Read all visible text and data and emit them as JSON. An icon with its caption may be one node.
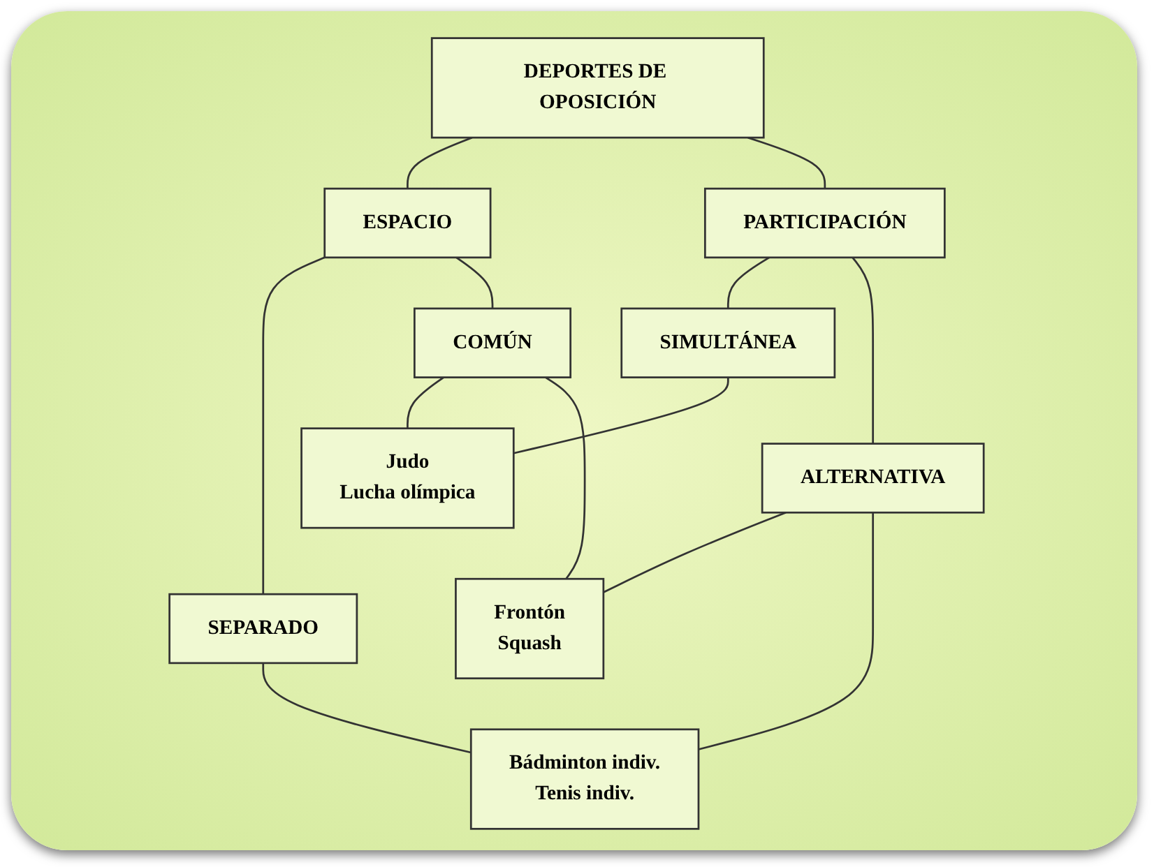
{
  "diagram": {
    "nodes": [
      {
        "text": [
          "DEPORTES DE OPOSICIÓN"
        ]
      },
      {
        "text": [
          "ESPACIO"
        ]
      },
      {
        "text": [
          "PARTICIPACIÓN"
        ]
      },
      {
        "text": [
          "SEPARADO"
        ]
      },
      {
        "text": [
          "COMÚN"
        ]
      },
      {
        "text": [
          "SIMULTÁNEA"
        ]
      },
      {
        "text": [
          "ALTERNATIVA"
        ]
      },
      {
        "text": [
          "Judo",
          "Lucha olímpica"
        ]
      },
      {
        "text": [
          "Frontón",
          "Squash"
        ]
      },
      {
        "text": [
          "Bádminton indiv.",
          "Tenis indiv."
        ]
      }
    ],
    "edges": [
      {
        "from": 0,
        "to": 1,
        "arrow": "none"
      },
      {
        "from": 0,
        "to": 2,
        "arrow": "none"
      },
      {
        "from": 1,
        "to": 3,
        "arrow": "none"
      },
      {
        "from": 1,
        "to": 4,
        "arrow": "none"
      },
      {
        "from": 2,
        "to": 5,
        "arrow": "none"
      },
      {
        "from": 2,
        "to": 6,
        "arrow": "none"
      },
      {
        "from": 4,
        "to": 7,
        "arrow": "none"
      },
      {
        "from": 5,
        "to": 7,
        "arrow": "none"
      },
      {
        "from": 4,
        "to": 8,
        "arrow": "none"
      },
      {
        "from": 6,
        "to": 8,
        "arrow": "none"
      },
      {
        "from": 3,
        "to": 9,
        "arrow": "none"
      },
      {
        "from": 6,
        "to": 9,
        "arrow": "none"
      }
    ]
  }
}
